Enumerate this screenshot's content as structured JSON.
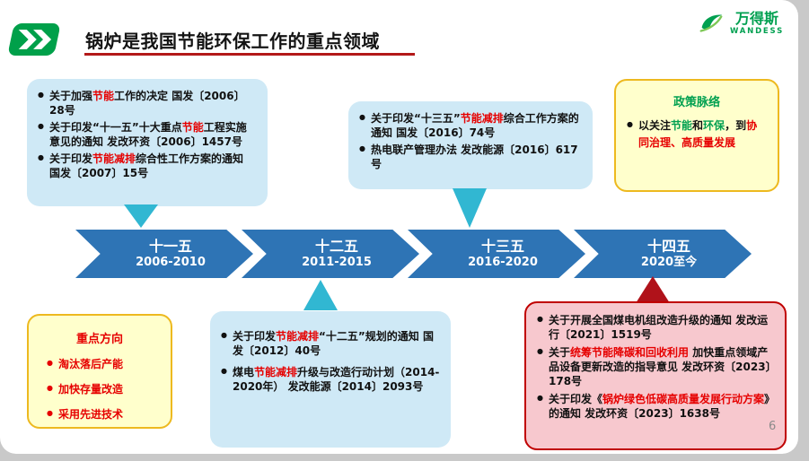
{
  "colors": {
    "red": "#e60000",
    "green": "#00a050",
    "dark_red": "#c00000",
    "chevron_blue": "#2e74b5",
    "cyan_box": "#cfe9f6",
    "cyan_pointer": "#31b7d2",
    "yellow_box": "#ffffcc",
    "yellow_border": "#edb91f",
    "pink_box": "#f7c8ce"
  },
  "header": {
    "title": "锅炉是我国节能环保工作的重点领域",
    "logo_name": "万得斯",
    "logo_sub": "WANDESS"
  },
  "timeline": [
    {
      "period": "十一五",
      "years": "2006-2010"
    },
    {
      "period": "十二五",
      "years": "2011-2015"
    },
    {
      "period": "十三五",
      "years": "2016-2020"
    },
    {
      "period": "十四五",
      "years": "2020至今"
    }
  ],
  "callouts": {
    "plan11": {
      "items": [
        {
          "segments": [
            {
              "t": "关于加强"
            },
            {
              "t": "节能",
              "c": "red"
            },
            {
              "t": "工作的决定 国发〔2006〕28号"
            }
          ]
        },
        {
          "segments": [
            {
              "t": "关于印发“十一五”十大重点"
            },
            {
              "t": "节能",
              "c": "red"
            },
            {
              "t": "工程实施意见的通知 发改环资〔2006〕1457号"
            }
          ]
        },
        {
          "segments": [
            {
              "t": "关于印发"
            },
            {
              "t": "节能减排",
              "c": "red"
            },
            {
              "t": "综合性工作方案的通知 国发〔2007〕15号"
            }
          ]
        }
      ]
    },
    "plan13": {
      "items": [
        {
          "segments": [
            {
              "t": "关于印发“十三五”"
            },
            {
              "t": "节能减排",
              "c": "red"
            },
            {
              "t": "综合工作方案的通知 国发〔2016〕74号"
            }
          ]
        },
        {
          "segments": [
            {
              "t": "热电联产管理办法 发改能源〔2016〕617号"
            }
          ]
        }
      ]
    },
    "policy_context": {
      "title": "政策脉络",
      "items": [
        {
          "segments": [
            {
              "t": "以关注"
            },
            {
              "t": "节能",
              "c": "green"
            },
            {
              "t": "和"
            },
            {
              "t": "环保",
              "c": "green"
            },
            {
              "t": "，到"
            },
            {
              "t": "协同治理、高质量发展",
              "c": "red"
            }
          ]
        }
      ]
    },
    "key_directions": {
      "title": "重点方向",
      "items": [
        "淘汰落后产能",
        "加快存量改造",
        "采用先进技术"
      ]
    },
    "plan12": {
      "items": [
        {
          "segments": [
            {
              "t": "关于印发"
            },
            {
              "t": "节能减排",
              "c": "red"
            },
            {
              "t": "“十二五”规划的通知 国发〔2012〕40号"
            }
          ]
        },
        {
          "segments": [
            {
              "t": "煤电"
            },
            {
              "t": "节能减排",
              "c": "red"
            },
            {
              "t": "升级与改造行动计划（2014-2020年） 发改能源〔2014〕2093号"
            }
          ]
        }
      ]
    },
    "plan14": {
      "items": [
        {
          "segments": [
            {
              "t": "关于开展全国煤电机组改造升级的通知 发改运行〔2021〕1519号"
            }
          ]
        },
        {
          "segments": [
            {
              "t": "关于"
            },
            {
              "t": "统筹节能降碳和回收利用",
              "c": "red"
            },
            {
              "t": " 加快重点领域产品设备更新改造的指导意见 发改环资〔2023〕178号"
            }
          ]
        },
        {
          "segments": [
            {
              "t": "关于印发《"
            },
            {
              "t": "锅炉绿色低碳高质量发展行动方案",
              "c": "red"
            },
            {
              "t": "》的通知 发改环资〔2023〕1638号"
            }
          ]
        }
      ]
    }
  },
  "page_number": "6"
}
